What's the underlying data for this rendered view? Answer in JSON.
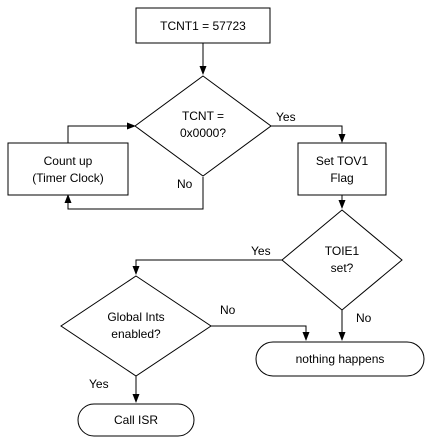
{
  "nodes": {
    "init": {
      "text": "TCNT1 = 57723"
    },
    "tcnt_check": {
      "line1": "TCNT =",
      "line2": "0x0000?"
    },
    "count_up": {
      "line1": "Count up",
      "line2": "(Timer Clock)"
    },
    "set_tov1": {
      "line1": "Set TOV1",
      "line2": "Flag"
    },
    "toie1_check": {
      "line1": "TOIE1",
      "line2": "set?"
    },
    "global_ints": {
      "line1": "Global Ints",
      "line2": "enabled?"
    },
    "nothing": {
      "text": "nothing happens"
    },
    "call_isr": {
      "text": "Call ISR"
    }
  },
  "edges": {
    "tcnt_yes": "Yes",
    "tcnt_no": "No",
    "toie1_yes": "Yes",
    "toie1_no": "No",
    "global_no": "No",
    "global_yes": "Yes"
  }
}
